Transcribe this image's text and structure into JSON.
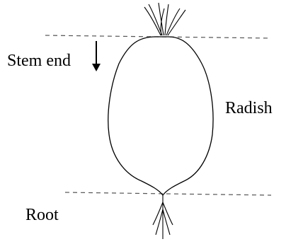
{
  "labels": {
    "stem_end": "Stem end",
    "radish": "Radish",
    "root": "Root"
  },
  "colors": {
    "line": "#000000",
    "dashed_line": "#555555",
    "background": "#ffffff"
  }
}
